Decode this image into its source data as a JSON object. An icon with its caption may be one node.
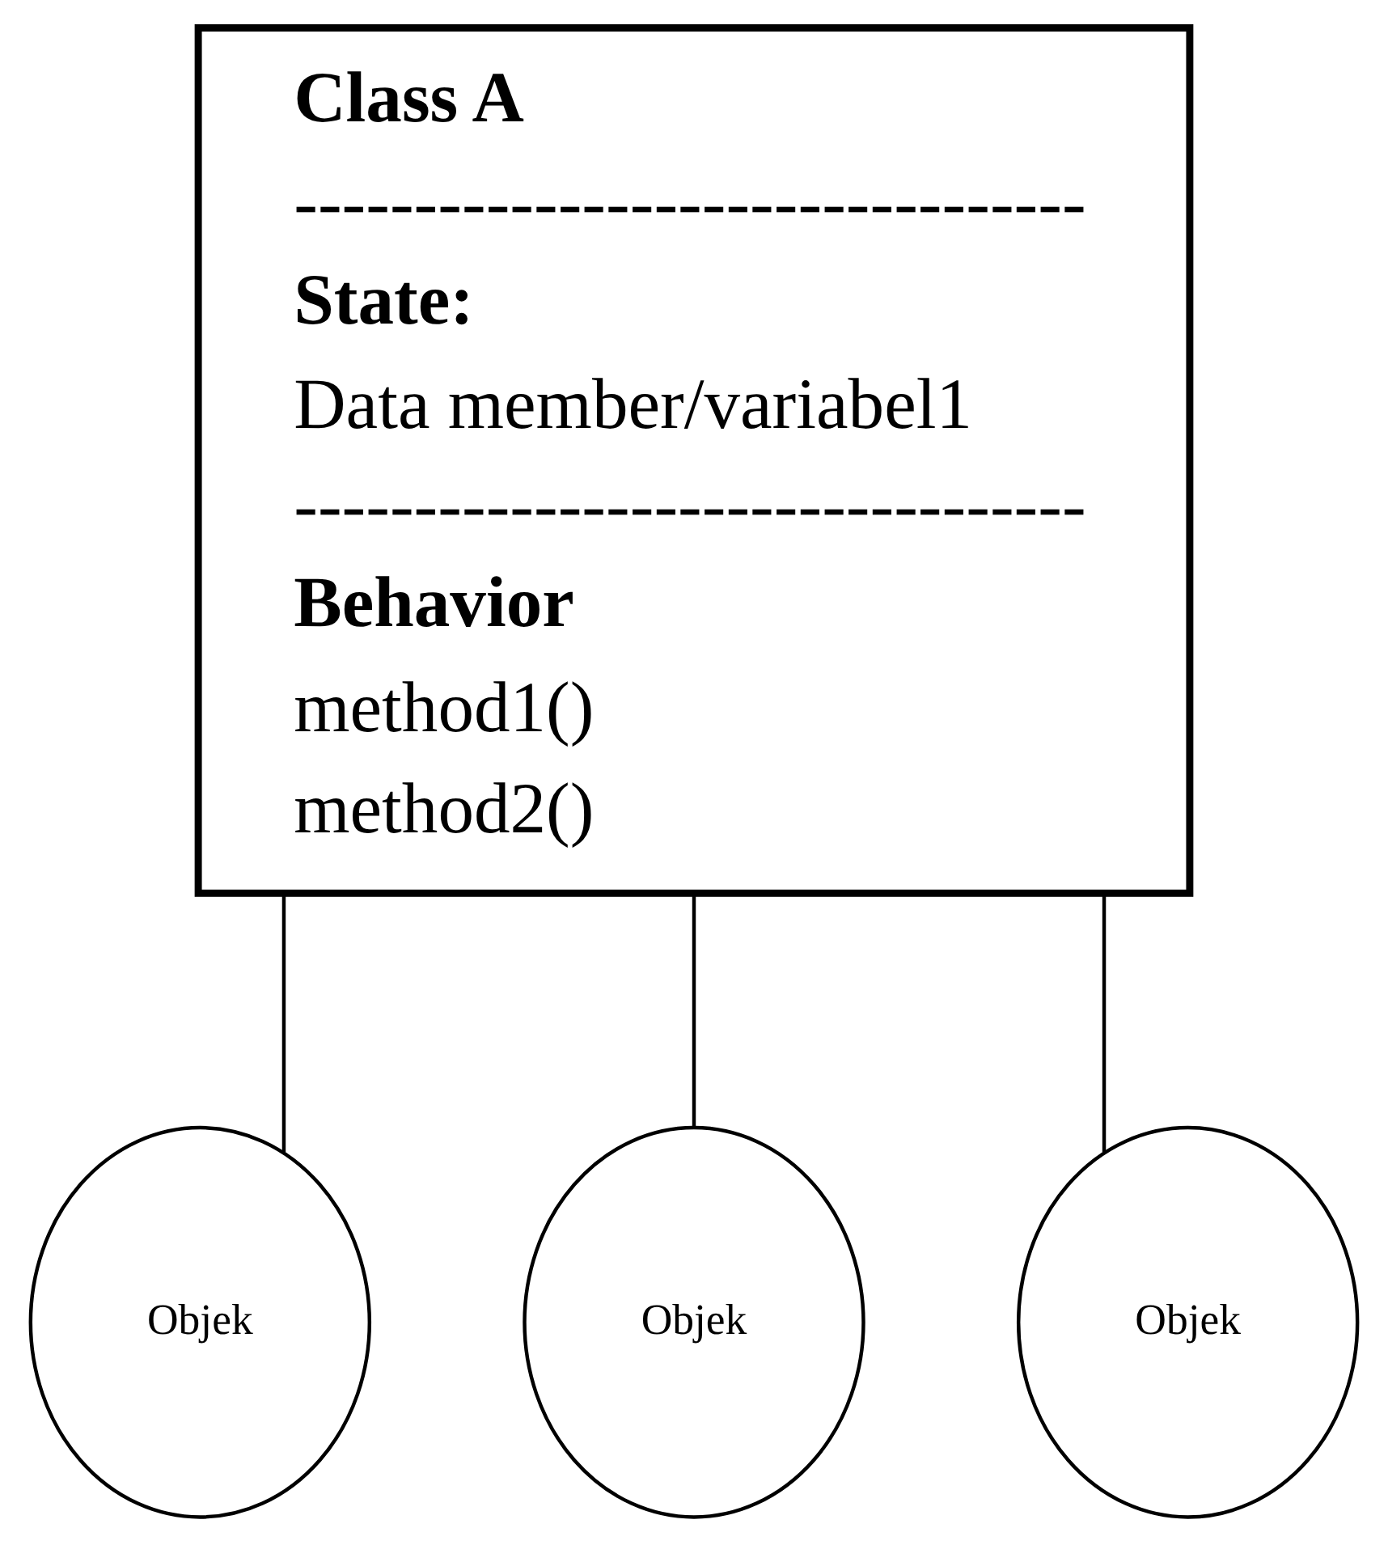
{
  "diagram": {
    "nodes": [
      {
        "text": [
          "Class A",
          "---------------------------------",
          "State:",
          "Data member/variabel1",
          "---------------------------------",
          "Behavior",
          "method1()",
          "method2()"
        ]
      },
      {
        "text": [
          "Objek"
        ]
      },
      {
        "text": [
          "Objek"
        ]
      },
      {
        "text": [
          "Objek"
        ]
      }
    ],
    "edges": [
      {
        "from": 0,
        "to": 1,
        "arrow": "none"
      },
      {
        "from": 0,
        "to": 2,
        "arrow": "none"
      },
      {
        "from": 0,
        "to": 3,
        "arrow": "none"
      }
    ]
  }
}
